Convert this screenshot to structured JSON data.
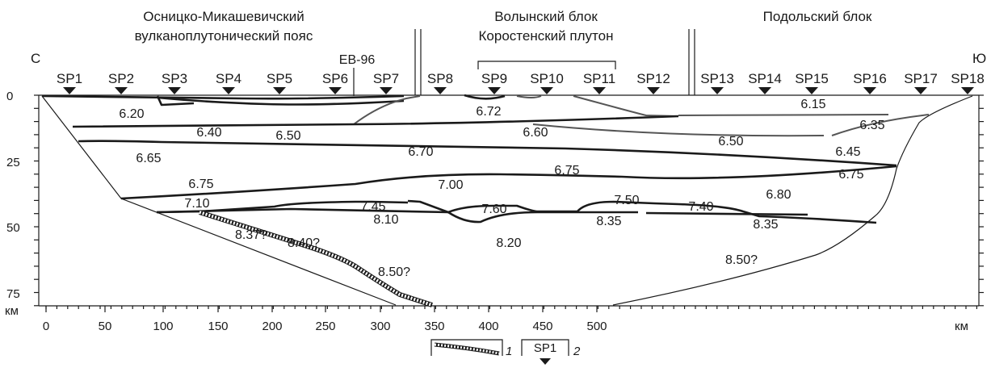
{
  "regions": {
    "osnitsk_line1": "Осницко-Микашевичский",
    "osnitsk_line2": "вулканоплутонический пояс",
    "volyn_line1": "Волынский блок",
    "volyn_line2": "Коростенский плутон",
    "podolsk": "Подольский блок"
  },
  "direction": {
    "north": "С",
    "south": "Ю"
  },
  "profile_cross": "EB-96",
  "shot_points": [
    "SP1",
    "SP2",
    "SP3",
    "SP4",
    "SP5",
    "SP6",
    "SP7",
    "SP8",
    "SP9",
    "SP10",
    "SP11",
    "SP12",
    "SP13",
    "SP14",
    "SP15",
    "SP16",
    "SP17",
    "SP18"
  ],
  "axes": {
    "x_unit": "км",
    "y_unit": "км",
    "x_ticks": [
      "0",
      "50",
      "100",
      "150",
      "200",
      "250",
      "300",
      "350",
      "400",
      "450",
      "500"
    ],
    "y_ticks": [
      "0",
      "25",
      "50",
      "75"
    ]
  },
  "velocities": {
    "v620": "6.20",
    "v672": "6.72",
    "v615": "6.15",
    "v640": "6.40",
    "v650a": "6.50",
    "v660": "6.60",
    "v650b": "6.50",
    "v635": "6.35",
    "v665": "6.65",
    "v670": "6.70",
    "v645": "6.45",
    "v675a": "6.75",
    "v700": "7.00",
    "v675b": "6.75",
    "v675c": "6.75",
    "v680": "6.80",
    "v710": "7.10",
    "v745": "7.45",
    "v760": "7.60",
    "v750": "7.50",
    "v740": "7.40",
    "v810": "8.10",
    "v835a": "8.35",
    "v835b": "8.35",
    "v837": "8.37?",
    "v840": "8.40?",
    "v820": "8.20",
    "v850a": "8.50?",
    "v850b": "8.50?"
  },
  "legend": {
    "item1": "1",
    "item2_box": "SP1",
    "item2": "2"
  }
}
